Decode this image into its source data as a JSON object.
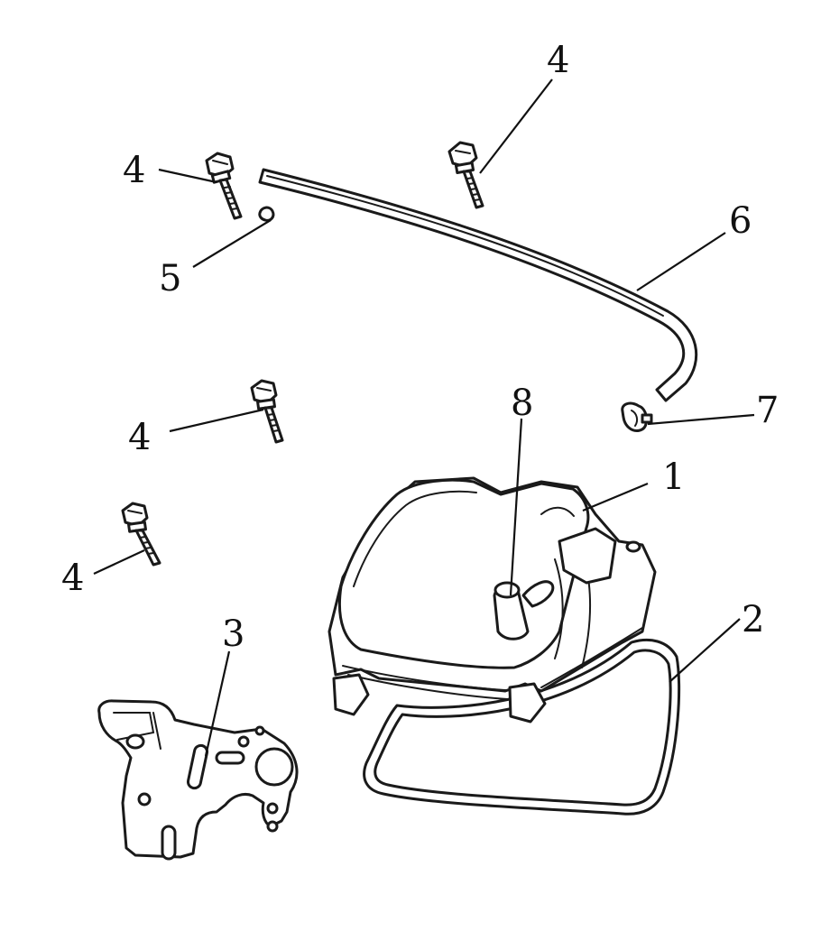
{
  "callouts": {
    "c1": "1",
    "c2": "2",
    "c3": "3",
    "c4a": "4",
    "c4b": "4",
    "c4c": "4",
    "c4d": "4",
    "c5": "5",
    "c6": "6",
    "c7": "7",
    "c8": "8"
  }
}
